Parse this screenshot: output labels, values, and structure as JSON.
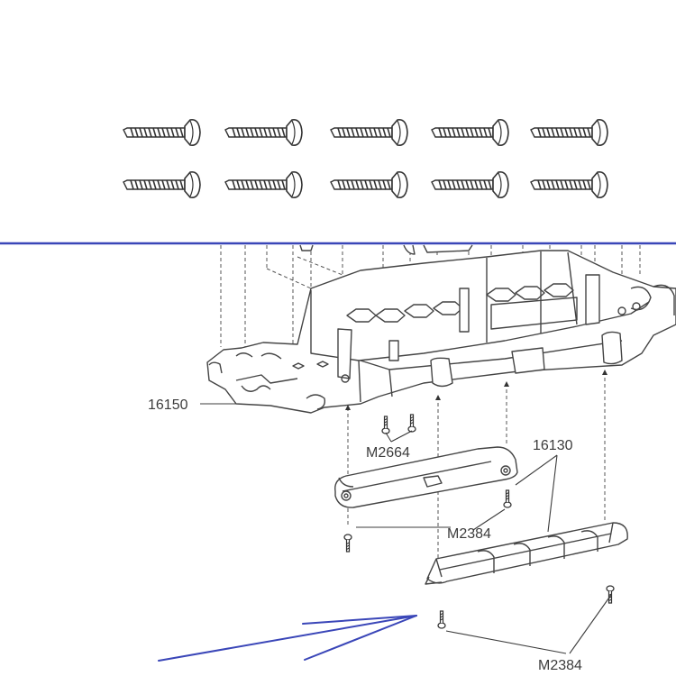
{
  "labels": {
    "chassis": "16150",
    "bumper": "16130",
    "screw_small": "M2664",
    "screw_plate": "M2384",
    "screw_bumper": "M2384"
  },
  "screw_grid": {
    "rows": 2,
    "columns": 5
  },
  "colors": {
    "divider": "#3a46b8",
    "pointer_arrows": "#3a46b8",
    "line_art": "#3c3c3c"
  }
}
